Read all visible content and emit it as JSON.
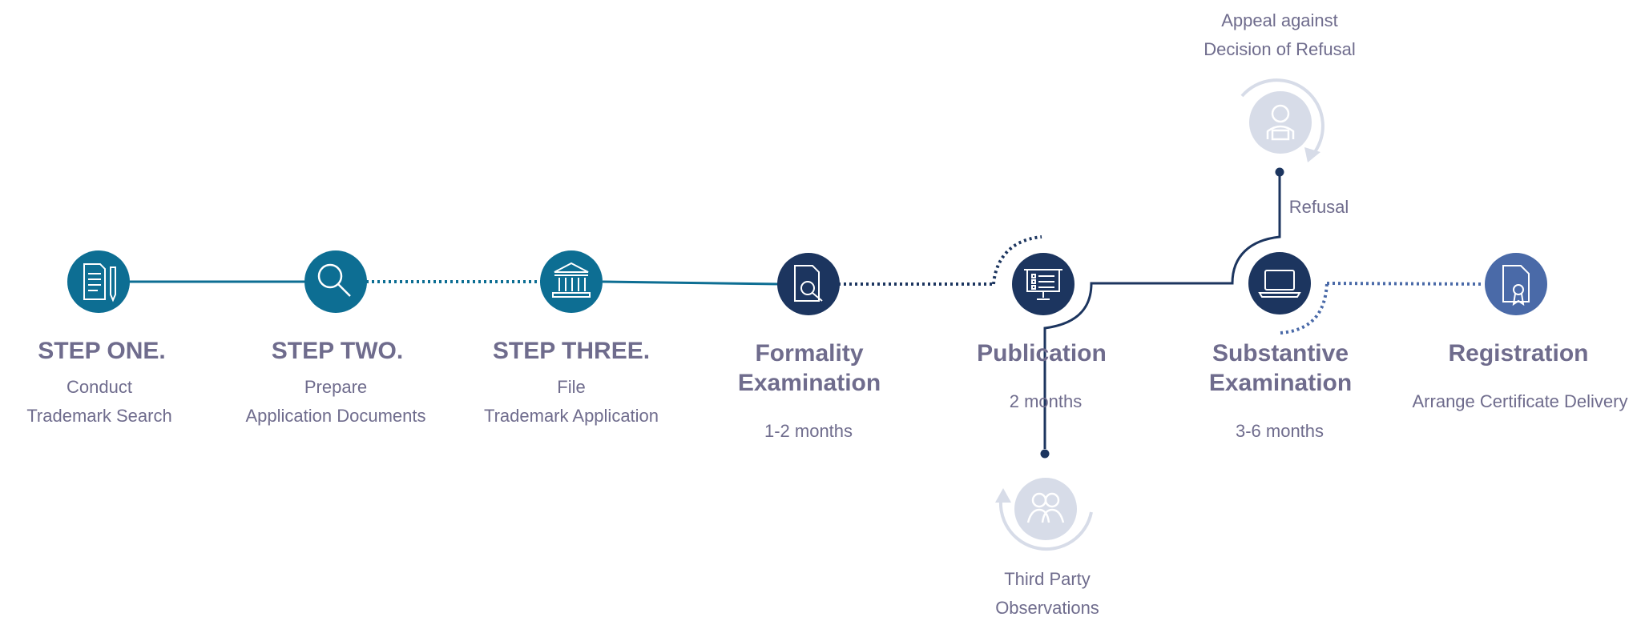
{
  "colors": {
    "teal": "#0d6e93",
    "navy": "#1c355f",
    "blue": "#4a6aa8",
    "pale": "#d7dce8",
    "text": "#6f6c8d"
  },
  "steps": [
    {
      "title": "STEP ONE.",
      "desc1": "Conduct",
      "desc2": "Trademark Search",
      "icon": "document-pen-icon"
    },
    {
      "title": "STEP TWO.",
      "desc1": "Prepare",
      "desc2": "Application Documents",
      "icon": "magnifier-icon"
    },
    {
      "title": "STEP THREE.",
      "desc1": "File",
      "desc2": "Trademark Application",
      "icon": "bank-building-icon"
    },
    {
      "title1": "Formality",
      "title2": "Examination",
      "duration": "1-2 months",
      "icon": "document-search-icon"
    },
    {
      "title": "Publication",
      "duration": "2 months",
      "icon": "presentation-board-icon"
    },
    {
      "title1": "Substantive",
      "title2": "Examination",
      "duration": "3-6 months",
      "icon": "laptop-icon"
    },
    {
      "title": "Registration",
      "desc": "Arrange Certificate Delivery",
      "icon": "certificate-icon"
    }
  ],
  "branches": {
    "appeal": {
      "line1": "Appeal against",
      "line2": "Decision of Refusal",
      "icon": "person-icon"
    },
    "refusal_label": "Refusal",
    "observations": {
      "line1": "Third Party",
      "line2": "Observations",
      "icon": "group-icon"
    }
  }
}
